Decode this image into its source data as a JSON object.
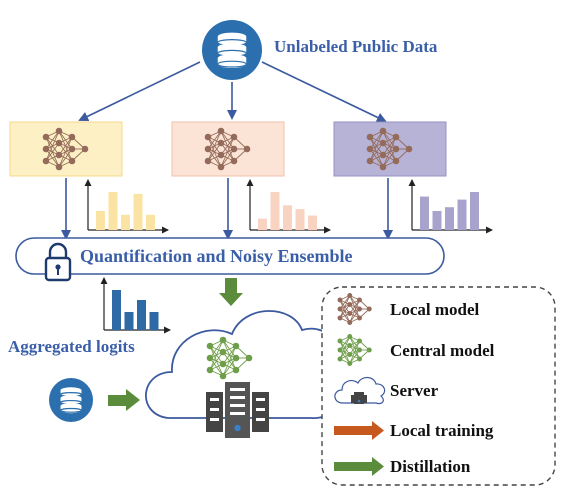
{
  "source_label": "Unlabeled Public Data",
  "ensemble_label": "Quantification and Noisy Ensemble",
  "aggregated_label": "Aggregated logits",
  "legend": {
    "local_model": "Local model",
    "central_model": "Central model",
    "server": "Server",
    "local_training": "Local training",
    "distillation": "Distillation"
  },
  "clients": [
    {
      "bg": "#fdf0c4",
      "border": "#f5d98b",
      "bar_color": "#fbe3a3",
      "bars": [
        0.5,
        1.0,
        0.4,
        0.95,
        0.4
      ]
    },
    {
      "bg": "#fbe3d6",
      "border": "#f2c2a9",
      "bar_color": "#f9d3c2",
      "bars": [
        0.3,
        1.0,
        0.65,
        0.55,
        0.38
      ]
    },
    {
      "bg": "#b7b3d6",
      "border": "#9690c0",
      "bar_color": "#a8a3cc",
      "bars": [
        0.88,
        0.5,
        0.6,
        0.8,
        1.0
      ]
    }
  ],
  "aggregated_bars": [
    1.0,
    0.45,
    0.75,
    0.45
  ],
  "colors": {
    "text": "#3a5fa8",
    "blue_arrow": "#3c5a9f",
    "green_arrow": "#5a8c3c",
    "orange_arrow": "#c65a1e",
    "local_node": "#946b5a",
    "central_node": "#6f9e4a",
    "agg_bar": "#2e6aa6",
    "db": "#2b6fae"
  }
}
